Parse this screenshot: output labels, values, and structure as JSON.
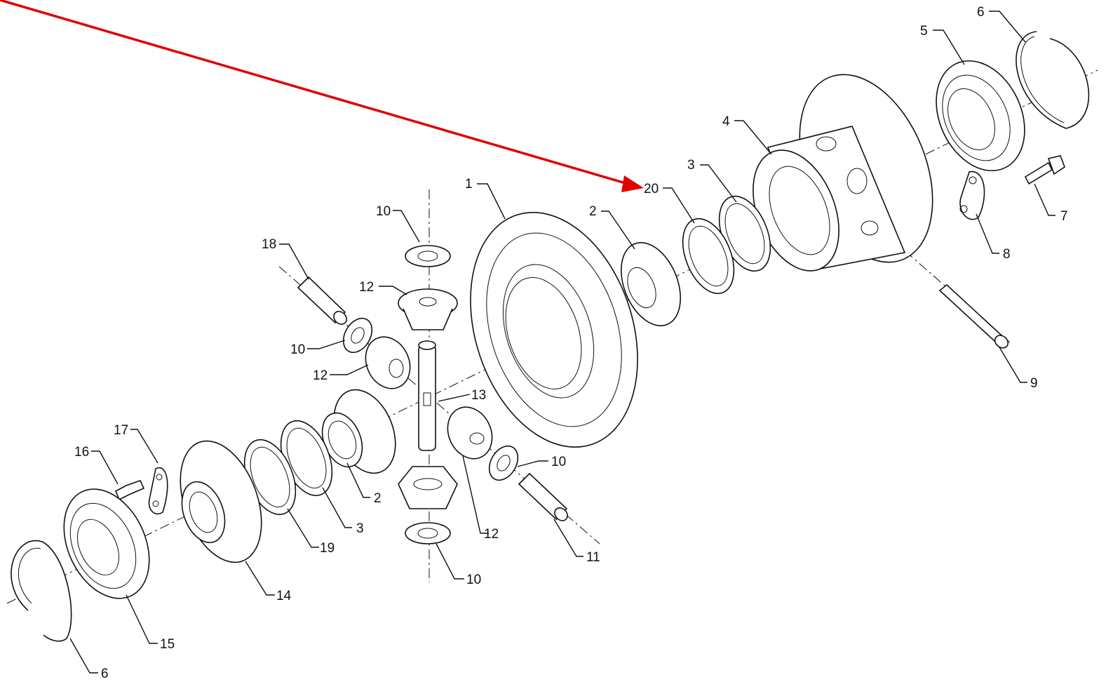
{
  "diagram": {
    "type": "exploded parts view",
    "highlight_color": "#e00000",
    "callouts": [
      {
        "id": "c1",
        "label": "1"
      },
      {
        "id": "c2a",
        "label": "2"
      },
      {
        "id": "c2b",
        "label": "2"
      },
      {
        "id": "c3a",
        "label": "3"
      },
      {
        "id": "c3b",
        "label": "3"
      },
      {
        "id": "c4",
        "label": "4"
      },
      {
        "id": "c5",
        "label": "5"
      },
      {
        "id": "c6a",
        "label": "6"
      },
      {
        "id": "c6b",
        "label": "6"
      },
      {
        "id": "c7",
        "label": "7"
      },
      {
        "id": "c8",
        "label": "8"
      },
      {
        "id": "c9",
        "label": "9"
      },
      {
        "id": "c10a",
        "label": "10"
      },
      {
        "id": "c10b",
        "label": "10"
      },
      {
        "id": "c10c",
        "label": "10"
      },
      {
        "id": "c10d",
        "label": "10"
      },
      {
        "id": "c11",
        "label": "11"
      },
      {
        "id": "c12a",
        "label": "12"
      },
      {
        "id": "c12b",
        "label": "12"
      },
      {
        "id": "c12c",
        "label": "12"
      },
      {
        "id": "c13",
        "label": "13"
      },
      {
        "id": "c14",
        "label": "14"
      },
      {
        "id": "c15",
        "label": "15"
      },
      {
        "id": "c16",
        "label": "16"
      },
      {
        "id": "c17",
        "label": "17"
      },
      {
        "id": "c18",
        "label": "18"
      },
      {
        "id": "c19",
        "label": "19"
      },
      {
        "id": "c20",
        "label": "20"
      }
    ]
  }
}
